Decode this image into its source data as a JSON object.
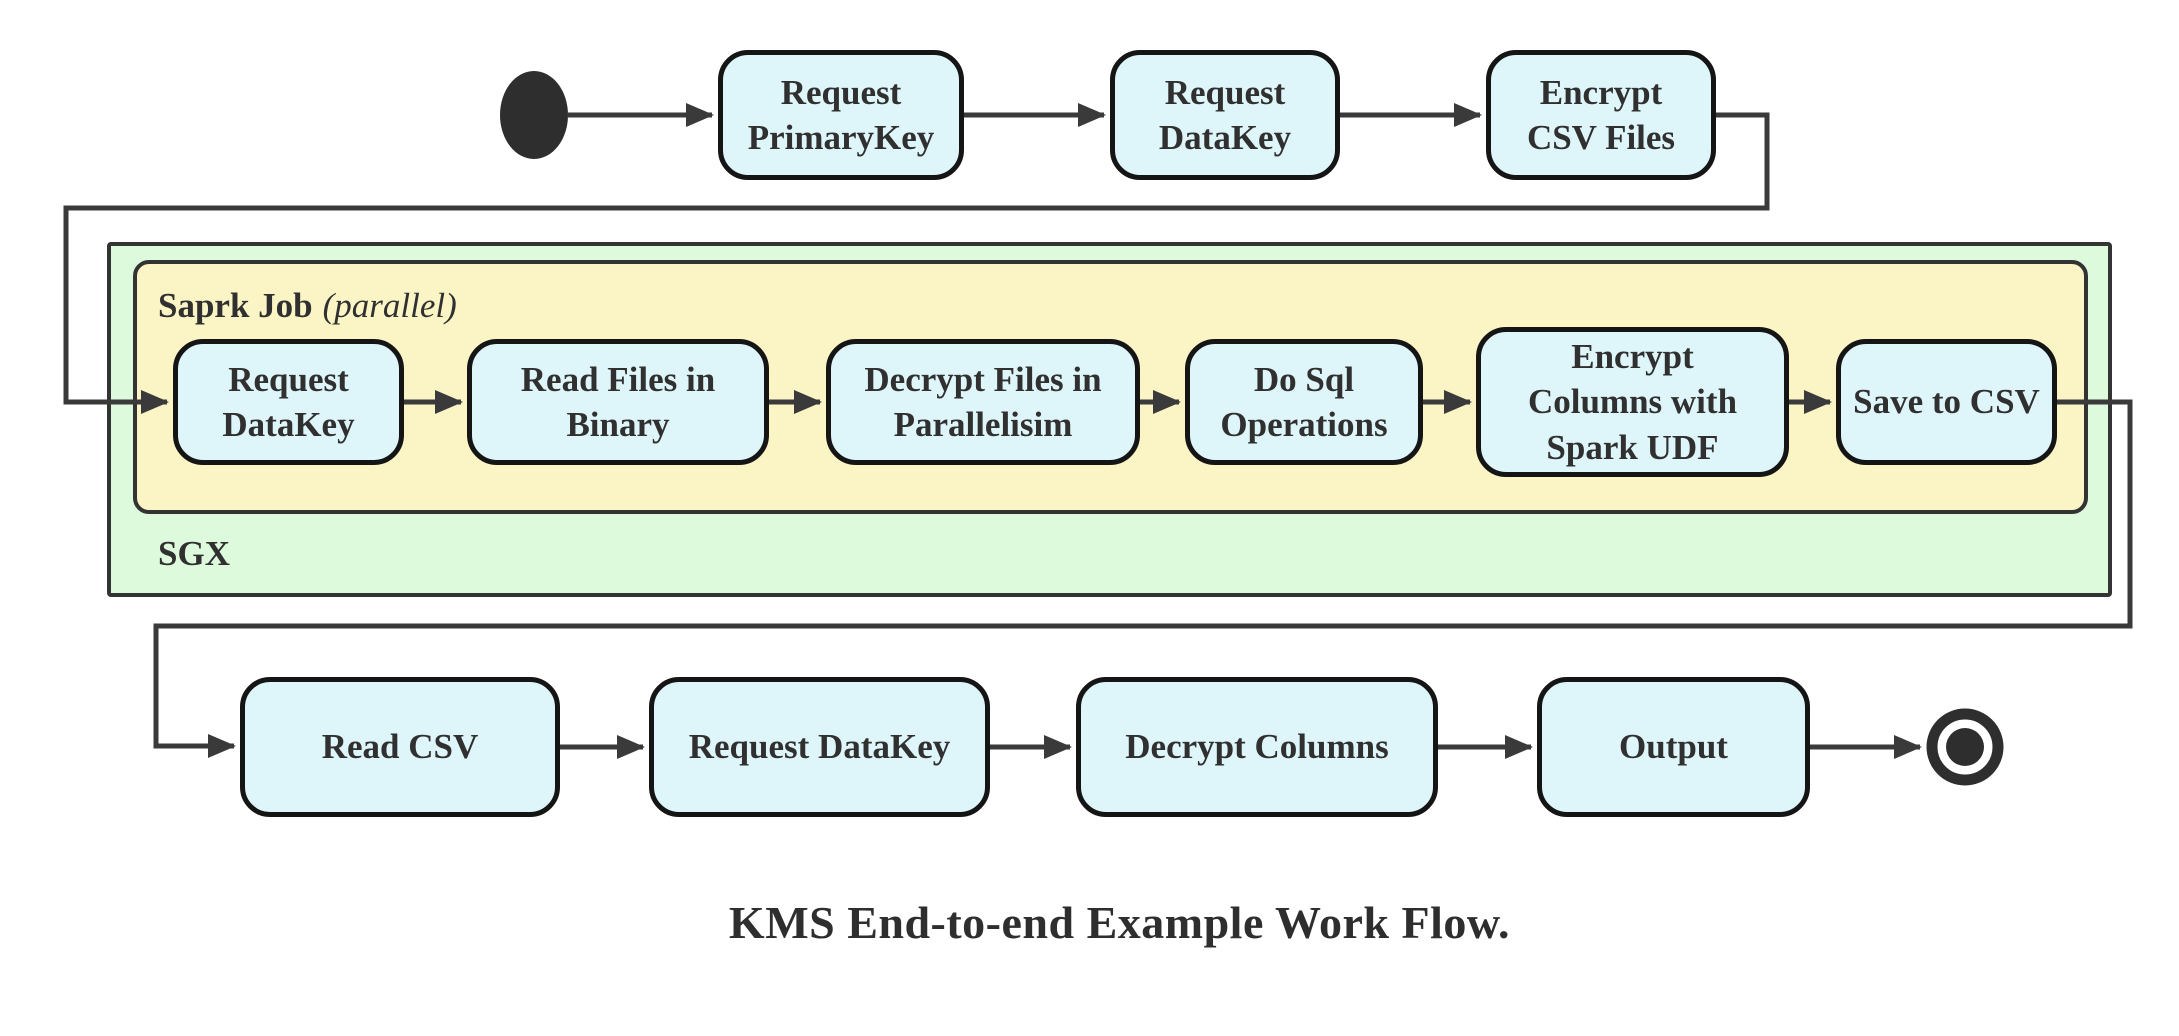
{
  "caption": "KMS End-to-end Example Work Flow.",
  "colors": {
    "node_fill": "#def5fa",
    "node_border": "#151515",
    "spark_group_fill": "#fbf5c5",
    "sgx_group_fill": "#ddfadd",
    "group_border": "#333333",
    "line": "#3a3a3a",
    "text": "#303030",
    "background": "#ffffff"
  },
  "groups": {
    "sgx_label": "SGX",
    "spark_label": "Saprk Job",
    "spark_label_suffix": "(parallel)"
  },
  "nodes": {
    "request_primarykey": "Request\nPrimaryKey",
    "request_datakey_top": "Request\nDataKey",
    "encrypt_csv_files": "Encrypt\nCSV Files",
    "request_datakey_spark": "Request\nDataKey",
    "read_files_in_binary": "Read Files in\nBinary",
    "decrypt_files_in_parallelisim": "Decrypt Files in\nParallelisim",
    "do_sql_operations": "Do Sql\nOperations",
    "encrypt_columns_with_spark_udf": "Encrypt\nColumns with\nSpark UDF",
    "save_to_csv": "Save to CSV",
    "read_csv": "Read CSV",
    "request_datakey_bottom": "Request DataKey",
    "decrypt_columns": "Decrypt Columns",
    "output": "Output"
  }
}
